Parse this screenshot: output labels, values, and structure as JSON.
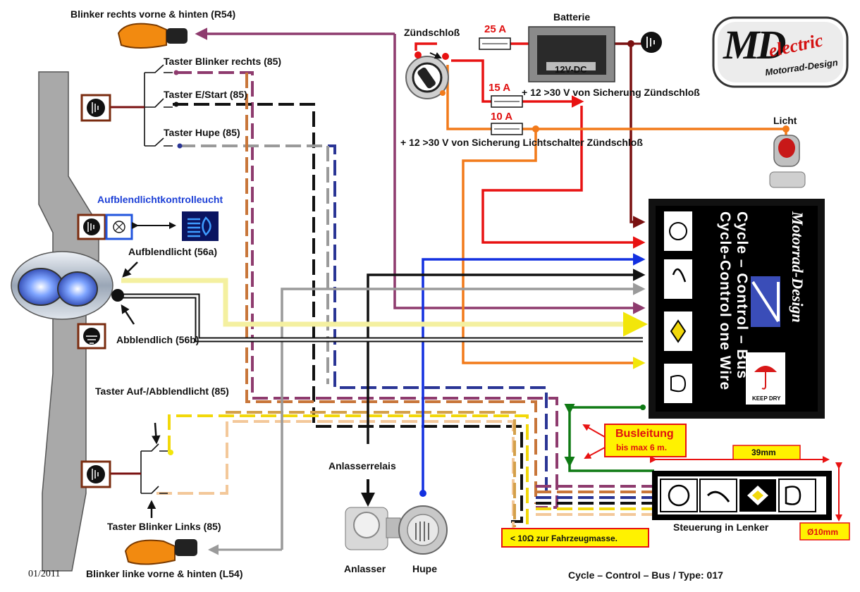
{
  "labels": {
    "blinker_right": "Blinker rechts vorne & hinten  (R54)",
    "taster_blinker_right": "Taster Blinker rechts (85)",
    "taster_estart": "Taster E/Start  (85)",
    "taster_hupe": "Taster Hupe (85)",
    "zuendschloss": "Zündschloß",
    "batterie": "Batterie",
    "battery_voltage": "12V-DC",
    "fuse_25": "25 A",
    "fuse_15": "15 A",
    "fuse_10": "10 A",
    "supply_15": "+ 12 >30 V von  Sicherung Zündschloß",
    "supply_10": "+ 12 >30 V von Sicherung Lichtschalter Zündschloß",
    "licht": "Licht",
    "aufblend_kontroll": "Aufblendlichtkontrolleucht",
    "aufblendlicht": "Aufblendlicht (56a)",
    "abblendlicht": "Abblendlich (56b)",
    "taster_aufabblend": "Taster Auf-/Abblendlicht (85)",
    "anlasserrelais": "Anlasserrelais",
    "taster_blinker_links": "Taster Blinker Links (85)",
    "blinker_left": "Blinker linke vorne & hinten  (L54)",
    "anlasser": "Anlasser",
    "hupe": "Hupe",
    "date": "01/2011",
    "footer_title": "Cycle – Control – Bus   / Type: 017",
    "steuerung": "Steuerung in Lenker",
    "masse_note": "< 10Ω zur Fahrzeugmasse.",
    "busleitung": "Busleitung",
    "busleitung_sub": "bis max  6 m.",
    "dim_39": "39mm",
    "dim_10": "Ø10mm",
    "module_line1": "Cycle – Control – Bus",
    "module_line2": "Cycle-Control one Wire",
    "module_brand": "Motorrad-Design",
    "keep_dry": "KEEP DRY",
    "logo_main": "MD",
    "logo_sub1": "electric",
    "logo_sub2": "Motorrad-Design"
  },
  "colors": {
    "red": "#e81212",
    "orange": "#f27a1a",
    "purple": "#8e3b6e",
    "darkred": "#7a1010",
    "blue": "#1230e0",
    "navy": "#222a8a",
    "black": "#111111",
    "grey": "#9a9a9a",
    "yellow": "#f4f0a0",
    "yellow_strong": "#f2d80a",
    "green": "#0f7a14",
    "brown": "#8a3f1a",
    "label_yellow": "#fff200"
  }
}
